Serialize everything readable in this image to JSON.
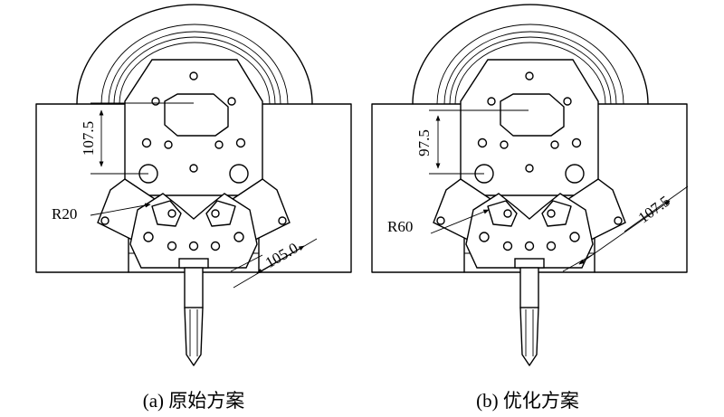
{
  "panels": [
    {
      "id": "a",
      "caption": "(a) 原始方案",
      "dim_vertical": "107.5",
      "dim_radius": "R20",
      "dim_diagonal": "105.0"
    },
    {
      "id": "b",
      "caption": "(b) 优化方案",
      "dim_vertical": "97.5",
      "dim_radius": "R60",
      "dim_diagonal": "107.5"
    }
  ]
}
